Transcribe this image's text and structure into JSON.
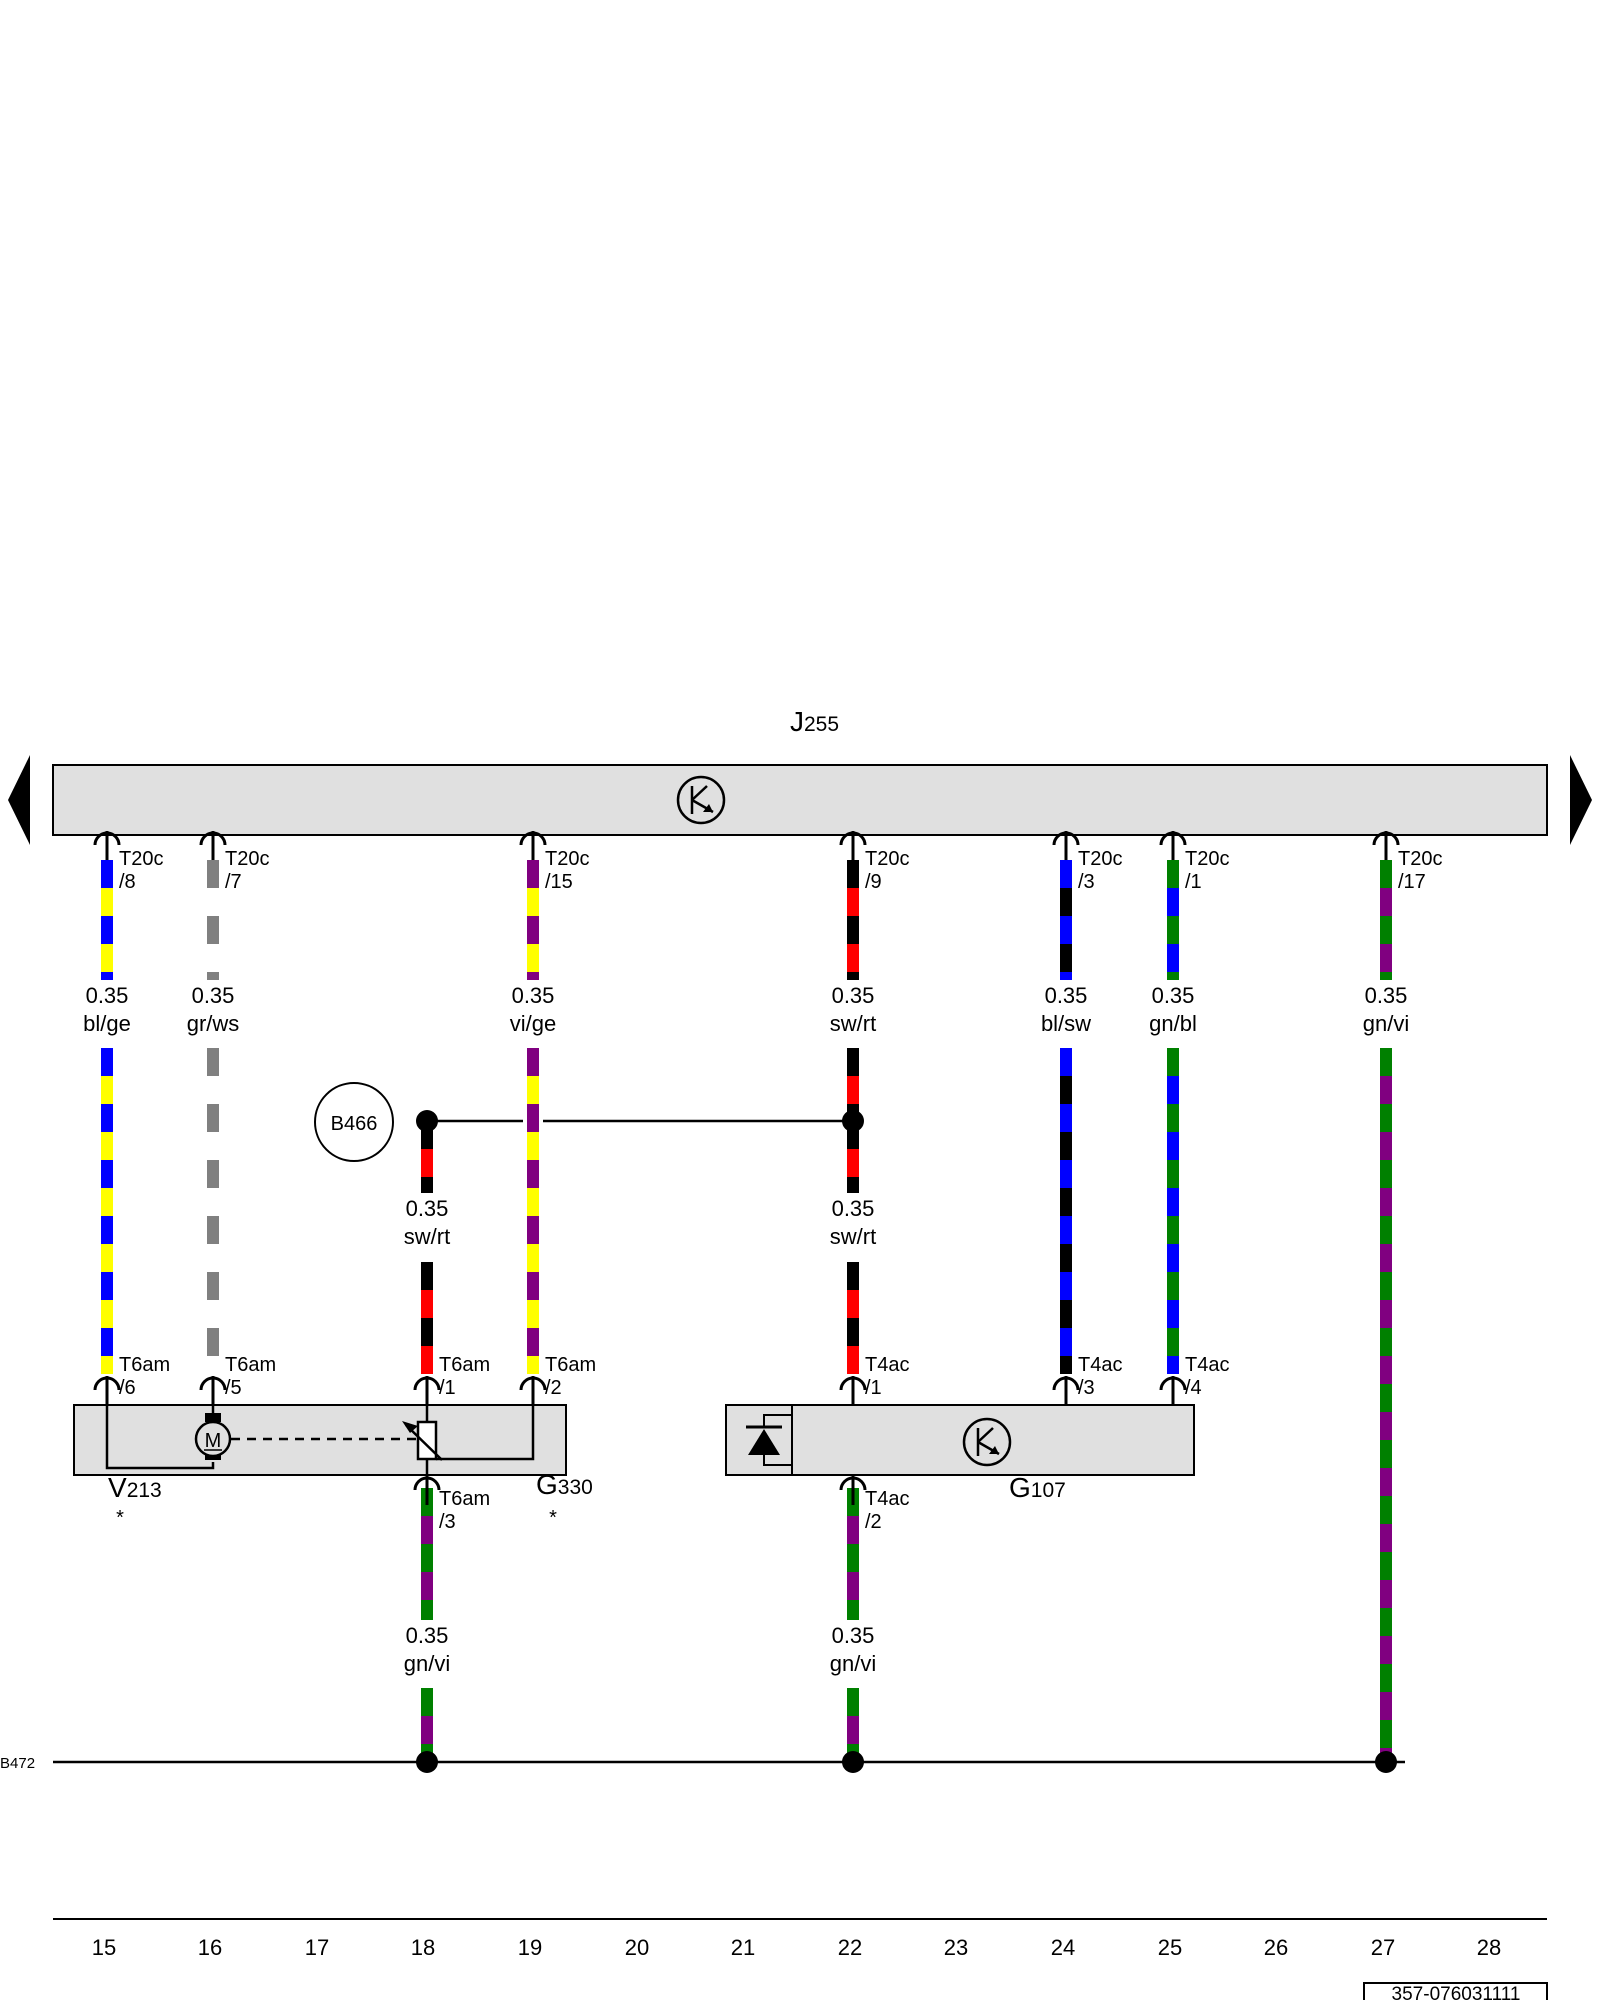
{
  "control_unit": {
    "letter": "J",
    "number": "255"
  },
  "ground": {
    "label": "B472"
  },
  "splice": {
    "label": "B466"
  },
  "doc_id": "357-076031111",
  "colors": {
    "bl": "#0000ff",
    "ge": "#ffff00",
    "gr": "#808080",
    "ws": "#ffffff",
    "vi": "#800080",
    "sw": "#000000",
    "rt": "#ff0000",
    "gn": "#008000",
    "box_fill": "#e0e0e0"
  },
  "columns": [
    "15",
    "16",
    "17",
    "18",
    "19",
    "20",
    "21",
    "22",
    "23",
    "24",
    "25",
    "26",
    "27",
    "28"
  ],
  "wires": [
    {
      "id": "w15",
      "size": "0.35",
      "code": "bl/ge",
      "c1": "bl",
      "c2": "ge",
      "top_conn": "T20c",
      "top_pin": "/8",
      "bot_conn": "T6am",
      "bot_pin": "/6"
    },
    {
      "id": "w16",
      "size": "0.35",
      "code": "gr/ws",
      "c1": "gr",
      "c2": "ws",
      "top_conn": "T20c",
      "top_pin": "/7",
      "bot_conn": "T6am",
      "bot_pin": "/5"
    },
    {
      "id": "w19",
      "size": "0.35",
      "code": "vi/ge",
      "c1": "vi",
      "c2": "ge",
      "top_conn": "T20c",
      "top_pin": "/15",
      "bot_conn": "T6am",
      "bot_pin": "/2"
    },
    {
      "id": "w22a",
      "size": "0.35",
      "code": "sw/rt",
      "c1": "sw",
      "c2": "rt",
      "top_conn": "T20c",
      "top_pin": "/9"
    },
    {
      "id": "w24",
      "size": "0.35",
      "code": "bl/sw",
      "c1": "bl",
      "c2": "sw",
      "top_conn": "T20c",
      "top_pin": "/3",
      "bot_conn": "T4ac",
      "bot_pin": "/3"
    },
    {
      "id": "w25",
      "size": "0.35",
      "code": "gn/bl",
      "c1": "gn",
      "c2": "bl",
      "top_conn": "T20c",
      "top_pin": "/1",
      "bot_conn": "T4ac",
      "bot_pin": "/4"
    },
    {
      "id": "w27",
      "size": "0.35",
      "code": "gn/vi",
      "c1": "gn",
      "c2": "vi",
      "top_conn": "T20c",
      "top_pin": "/17"
    },
    {
      "id": "w18a",
      "size": "0.35",
      "code": "sw/rt",
      "c1": "sw",
      "c2": "rt",
      "bot_conn": "T6am",
      "bot_pin": "/1"
    },
    {
      "id": "w22b",
      "size": "0.35",
      "code": "sw/rt",
      "c1": "sw",
      "c2": "rt",
      "bot_conn": "T4ac",
      "bot_pin": "/1"
    },
    {
      "id": "w18b",
      "size": "0.35",
      "code": "gn/vi",
      "c1": "gn",
      "c2": "vi",
      "top_conn": "T6am",
      "top_pin": "/3"
    },
    {
      "id": "w22c",
      "size": "0.35",
      "code": "gn/vi",
      "c1": "gn",
      "c2": "vi",
      "top_conn": "T4ac",
      "top_pin": "/2"
    }
  ],
  "components": {
    "v213": {
      "letter": "V",
      "number": "213",
      "note": "*",
      "motor_symbol": "M"
    },
    "g330": {
      "letter": "G",
      "number": "330",
      "note": "*"
    },
    "g107": {
      "letter": "G",
      "number": "107"
    }
  }
}
